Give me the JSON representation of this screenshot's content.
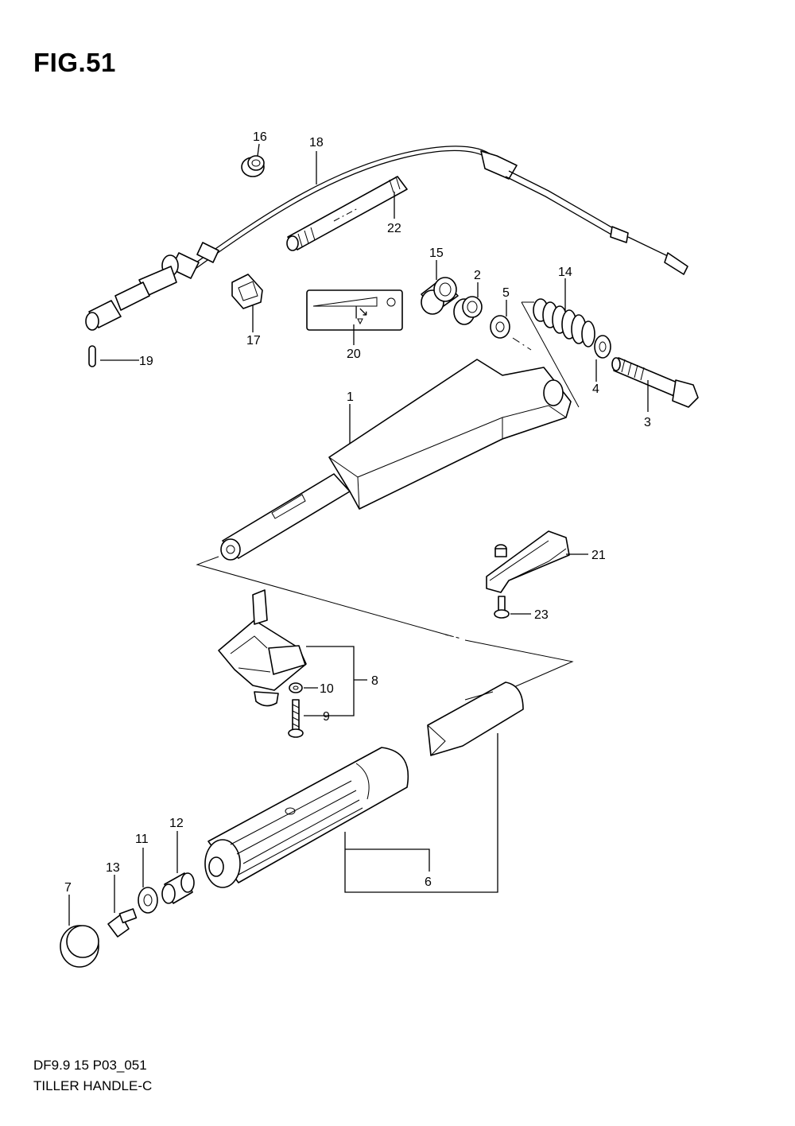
{
  "figure": {
    "title": "FIG.51"
  },
  "footer": {
    "model_code": "DF9.9 15 P03_051",
    "section_name": "TILLER HANDLE-C"
  },
  "callouts": [
    "1",
    "2",
    "3",
    "4",
    "5",
    "6",
    "7",
    "8",
    "9",
    "10",
    "11",
    "12",
    "13",
    "14",
    "15",
    "16",
    "17",
    "18",
    "19",
    "20",
    "21",
    "22",
    "23"
  ]
}
